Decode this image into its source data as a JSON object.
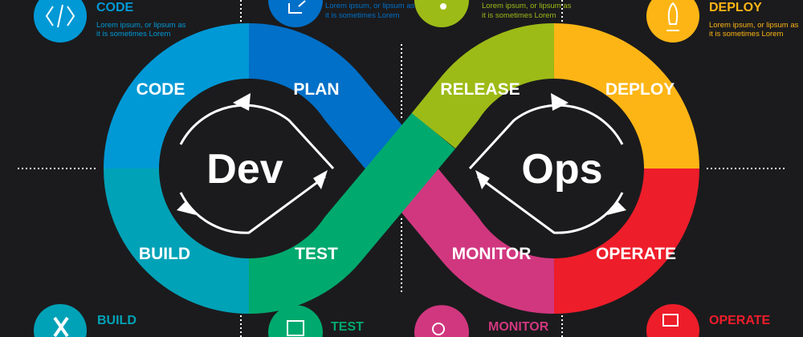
{
  "core": {
    "dev": "Dev",
    "ops": "Ops"
  },
  "stages": [
    {
      "key": "code",
      "label": "CODE",
      "color": "#0099d6",
      "icon": "code-brackets-icon",
      "desc": [
        "Lorem ipsum, or lipsum as",
        "it is sometimes Lorem"
      ]
    },
    {
      "key": "plan",
      "label": "PLAN",
      "color": "#0070c8",
      "icon": "plan-edit-icon",
      "desc": [
        "Lorem ipsum, or lipsum as",
        "it is sometimes Lorem"
      ]
    },
    {
      "key": "release",
      "label": "RELEASE",
      "color": "#9cbb17",
      "icon": "gear-icon",
      "desc": [
        "Lorem ipsum, or lipsum as",
        "it is sometimes Lorem"
      ]
    },
    {
      "key": "deploy",
      "label": "DEPLOY",
      "color": "#fdb515",
      "icon": "rocket-icon",
      "desc": [
        "Lorem ipsum, or lipsum as",
        "it is sometimes Lorem"
      ]
    },
    {
      "key": "build",
      "label": "BUILD",
      "color": "#00a2b7",
      "icon": "wrench-screwdriver-icon"
    },
    {
      "key": "test",
      "label": "TEST",
      "color": "#00aa6e",
      "icon": "clipboard-checklist-icon"
    },
    {
      "key": "monitor",
      "label": "MONITOR",
      "color": "#d1377f",
      "icon": "magnifier-chart-icon"
    },
    {
      "key": "operate",
      "label": "OPERATE",
      "color": "#ee1d2a",
      "icon": "presenter-board-icon"
    }
  ]
}
